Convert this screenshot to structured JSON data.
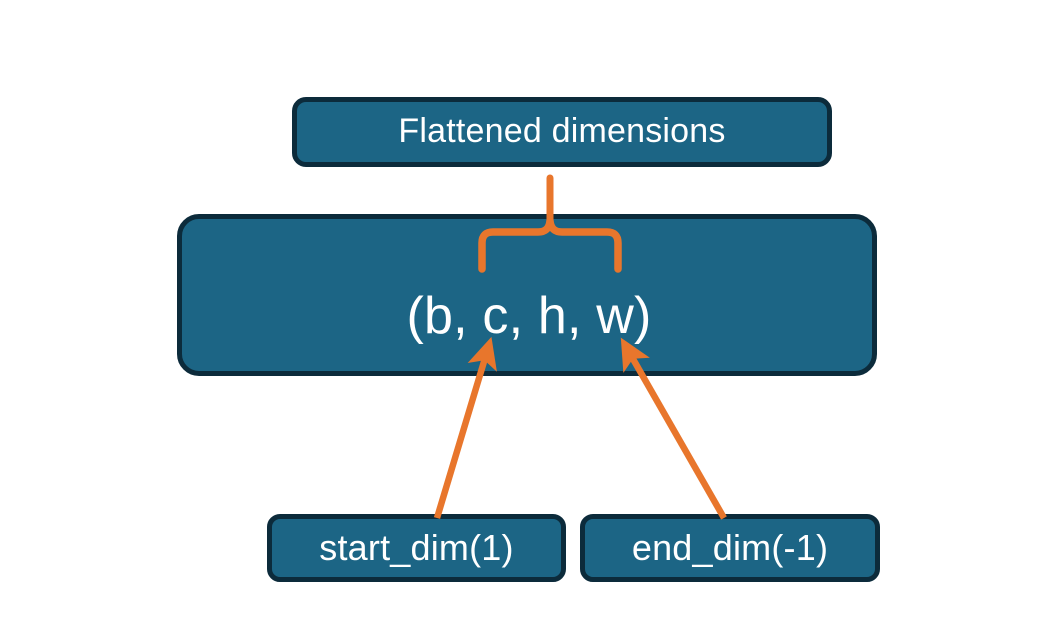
{
  "diagram": {
    "title": "Flatten dimensions diagram",
    "background_color": "#ffffff",
    "node_fill_color": "#1C6585",
    "node_border_color": "#0C2B3B",
    "node_text_color": "#ffffff",
    "connector_color": "#E8762C",
    "nodes": {
      "flattened": {
        "label": "Flattened dimensions"
      },
      "tensor": {
        "label": "(b, c, h, w)"
      },
      "start_dim": {
        "label": "start_dim(1)"
      },
      "end_dim": {
        "label": "end_dim(-1)"
      }
    },
    "connectors": [
      {
        "name": "brace-over-c-h-w",
        "type": "curly-brace",
        "from": "tensor-dims-c-h-w",
        "to": "flattened"
      },
      {
        "name": "arrow-start-dim-to-c",
        "type": "arrow",
        "from": "start_dim",
        "to": "tensor-dim-c"
      },
      {
        "name": "arrow-end-dim-to-w",
        "type": "arrow",
        "from": "end_dim",
        "to": "tensor-dim-w"
      }
    ]
  }
}
